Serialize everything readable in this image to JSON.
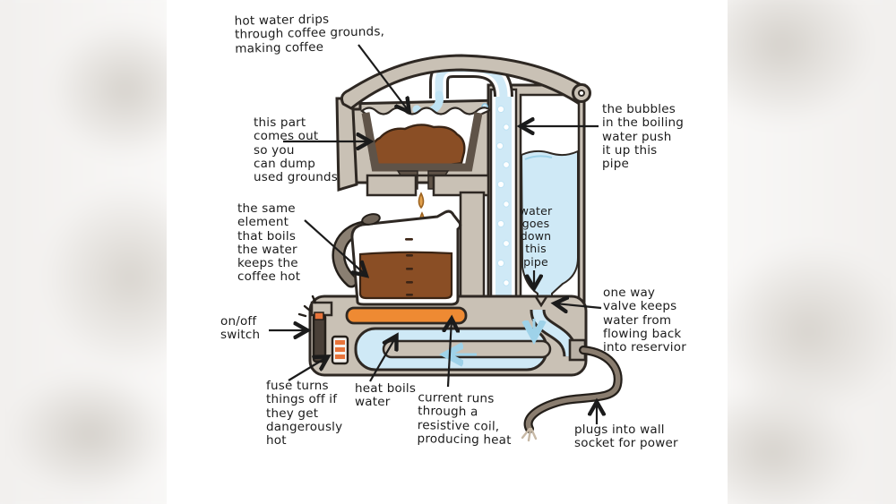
{
  "title": "How a coffee maker works (hand-drawn diagram)",
  "colors": {
    "body_gray": "#c9c1b5",
    "outline_ink": "#2e2823",
    "water_blue": "#cfe9f6",
    "water_accent": "#9ed2e9",
    "coffee_brown": "#8a4e25",
    "basket_rim": "#5f5348",
    "heater_orange": "#ee8a33",
    "handle_gray": "#8a7f72",
    "drip_tan": "#e2a14e",
    "annotation_ink": "#1b1b1b"
  },
  "labels": {
    "hot_water": {
      "text": "hot water drips\nthrough coffee grounds,\nmaking coffee"
    },
    "removable_part": {
      "text": "this part\ncomes out\nso you\ncan dump\nused grounds"
    },
    "warming_element": {
      "text": "the same\nelement\nthat boils\nthe water\nkeeps the\ncoffee hot"
    },
    "switch": {
      "text": "on/off\nswitch"
    },
    "fuse": {
      "text": "fuse turns\nthings off if\nthey get\ndangerously\nhot"
    },
    "heat_boils": {
      "text": "heat boils\nwater"
    },
    "current": {
      "text": "current runs\nthrough a\nresistive coil,\nproducing heat"
    },
    "bubbles": {
      "text": "the bubbles\nin the boiling\nwater push\nit up this\npipe"
    },
    "down_pipe": {
      "text": "water\ngoes\ndown\nthis\npipe"
    },
    "valve": {
      "text": "one way\nvalve keeps\nwater from\nflowing back\ninto reservior"
    },
    "plug": {
      "text": "plugs into wall\nsocket for power"
    }
  }
}
